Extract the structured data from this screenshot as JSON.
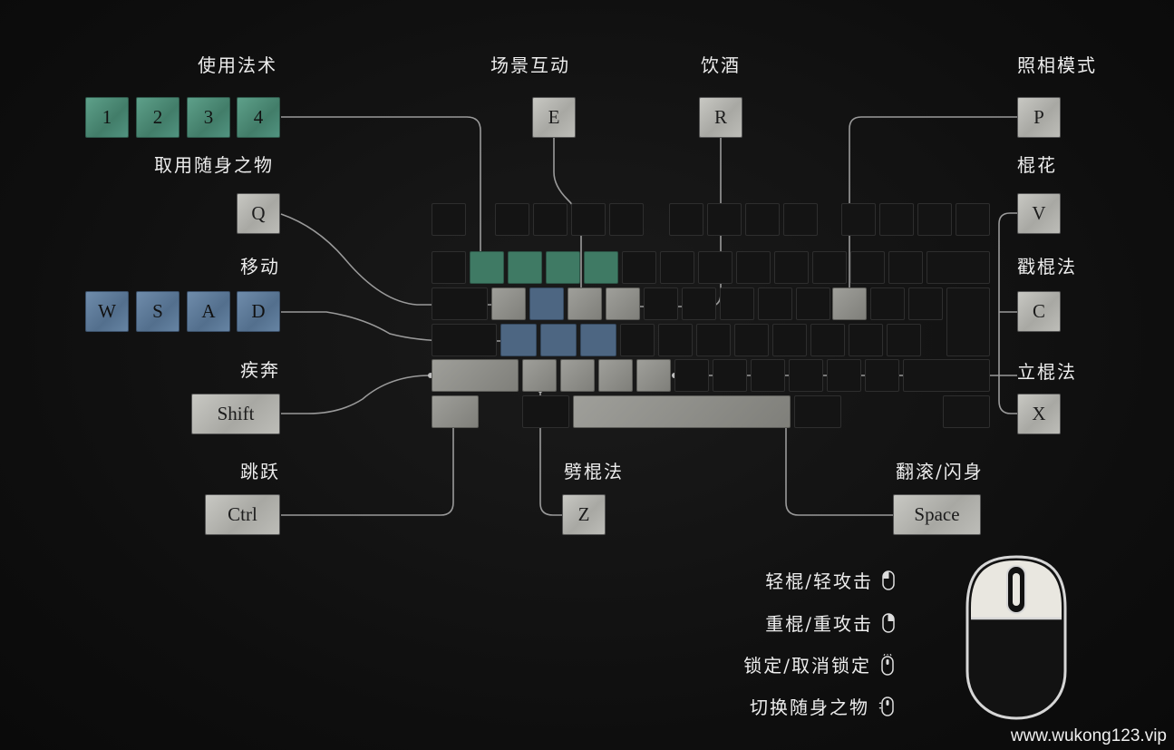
{
  "labels": {
    "spells": "使用法术",
    "interact": "场景互动",
    "drink": "饮酒",
    "photo": "照相模式",
    "item": "取用随身之物",
    "staff_flower": "棍花",
    "move": "移动",
    "thrust": "戳棍法",
    "sprint": "疾奔",
    "pillar": "立棍法",
    "jump": "跳跃",
    "smash": "劈棍法",
    "dodge": "翻滚/闪身"
  },
  "keys": {
    "k1": "1",
    "k2": "2",
    "k3": "3",
    "k4": "4",
    "e": "E",
    "r": "R",
    "p": "P",
    "q": "Q",
    "v": "V",
    "w": "W",
    "s": "S",
    "a": "A",
    "d": "D",
    "c": "C",
    "shift": "Shift",
    "x": "X",
    "ctrl": "Ctrl",
    "z": "Z",
    "space": "Space"
  },
  "mouse": {
    "light": "轻棍/轻攻击",
    "heavy": "重棍/重攻击",
    "lock": "锁定/取消锁定",
    "switch_item": "切换随身之物"
  },
  "watermark": "www.wukong123.vip",
  "colors": {
    "spell_keys": "#4e8f78",
    "move_keys": "#5f7c9c",
    "keycap": "#b7b7b2"
  }
}
